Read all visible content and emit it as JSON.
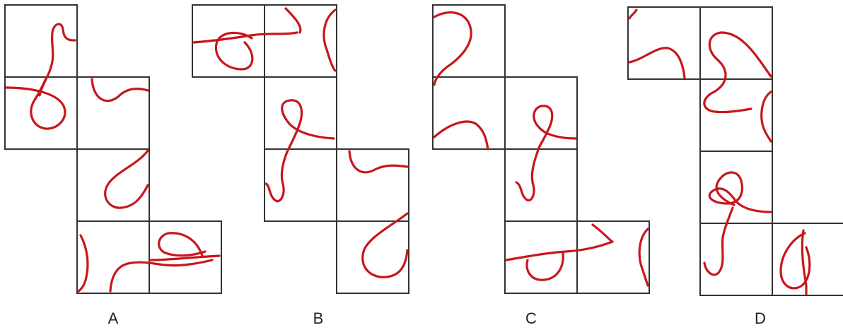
{
  "colors": {
    "curve": "#c8161d",
    "grid": "#333333",
    "background": "#ffffff"
  },
  "options": [
    {
      "label": "A"
    },
    {
      "label": "B"
    },
    {
      "label": "C"
    },
    {
      "label": "D"
    }
  ]
}
